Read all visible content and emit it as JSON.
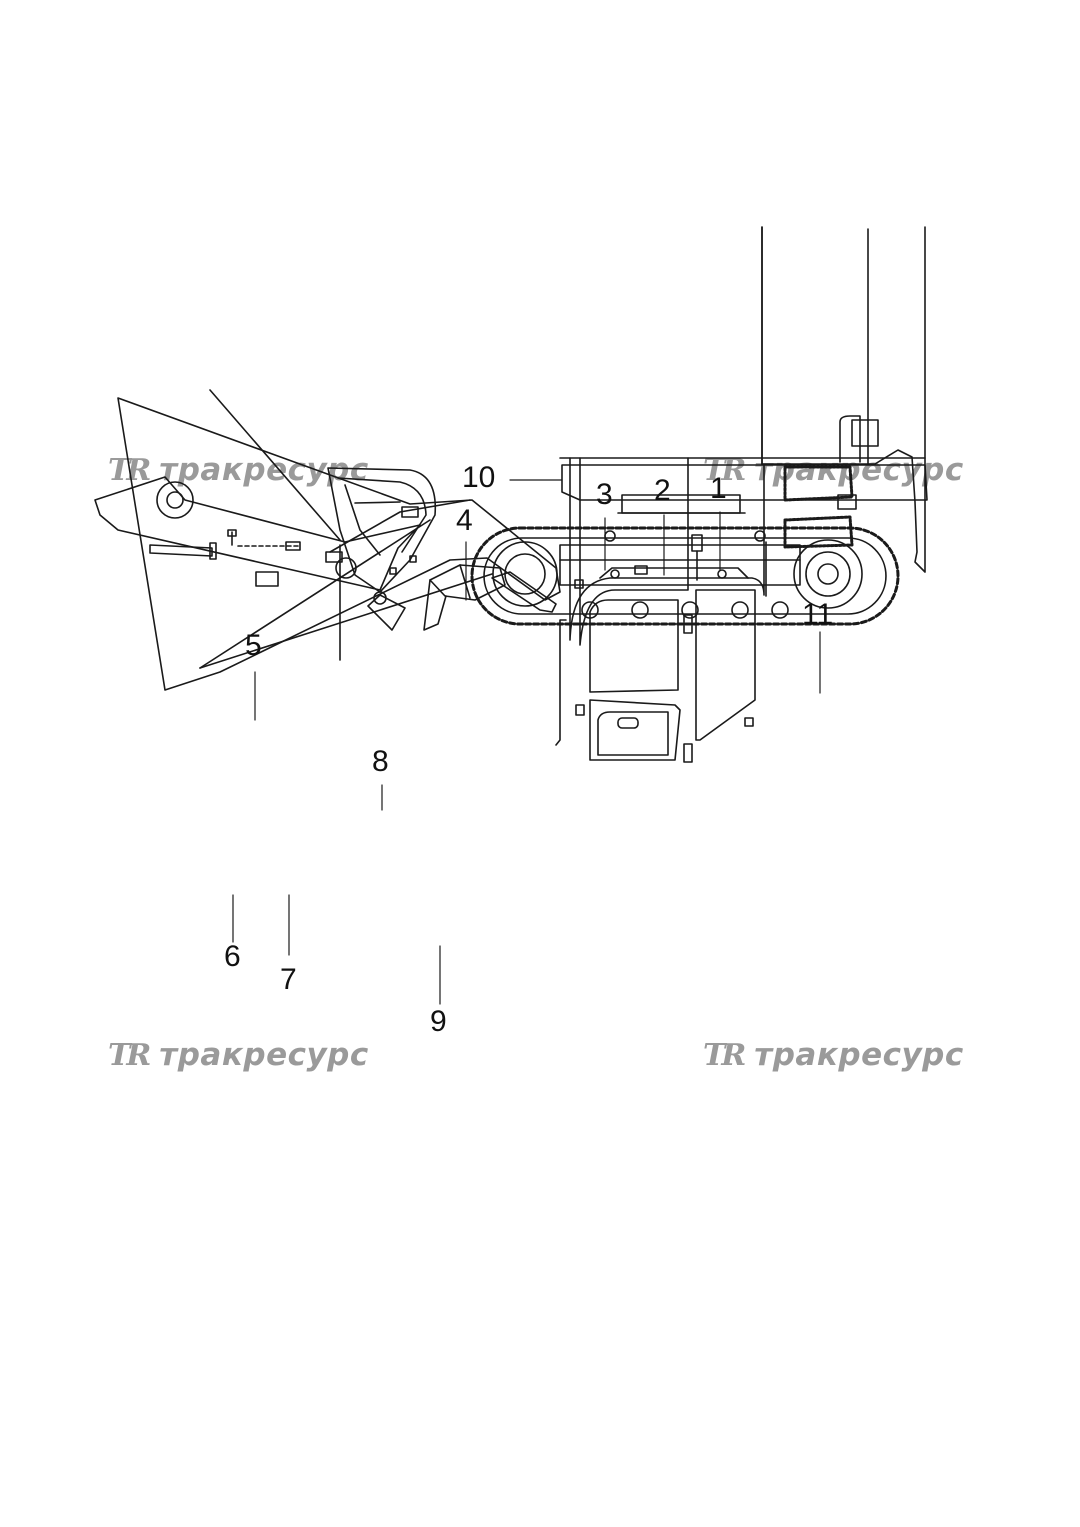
{
  "watermark": {
    "mark": "TR",
    "text": "тракресурс"
  },
  "callouts": {
    "c1": "1",
    "c2": "2",
    "c3": "3",
    "c4": "4",
    "c5": "5",
    "c6": "6",
    "c7": "7",
    "c8": "8",
    "c9": "9",
    "c10": "10",
    "c11": "11"
  },
  "colors": {
    "line": "#1a1a1a",
    "watermark": "#9a9a9a"
  }
}
